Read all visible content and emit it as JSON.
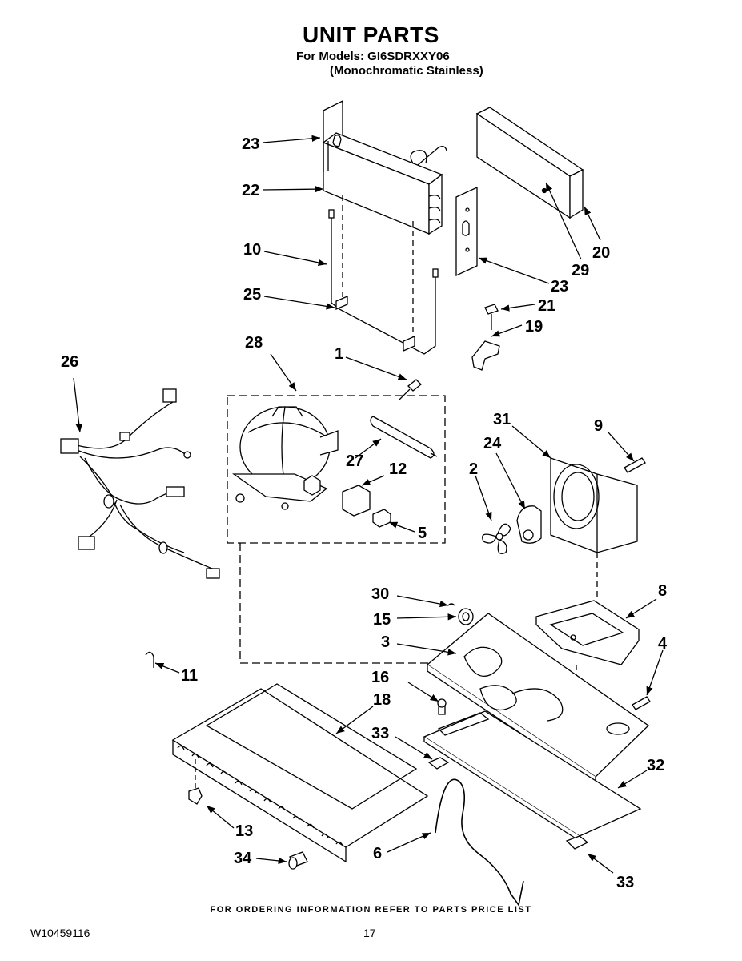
{
  "header": {
    "title": "UNIT PARTS",
    "models_line1": "For Models: GI6SDRXXY06",
    "models_line2": "(Monochromatic Stainless)"
  },
  "callouts": [
    "23",
    "22",
    "10",
    "25",
    "28",
    "1",
    "26",
    "27",
    "12",
    "5",
    "20",
    "29",
    "23",
    "21",
    "19",
    "31",
    "9",
    "24",
    "2",
    "8",
    "30",
    "15",
    "3",
    "4",
    "11",
    "16",
    "18",
    "33",
    "32",
    "13",
    "6",
    "34",
    "33"
  ],
  "footer": {
    "ordering_note": "FOR ORDERING INFORMATION REFER TO PARTS PRICE LIST",
    "doc_number": "W10459116",
    "page_number": "17"
  }
}
